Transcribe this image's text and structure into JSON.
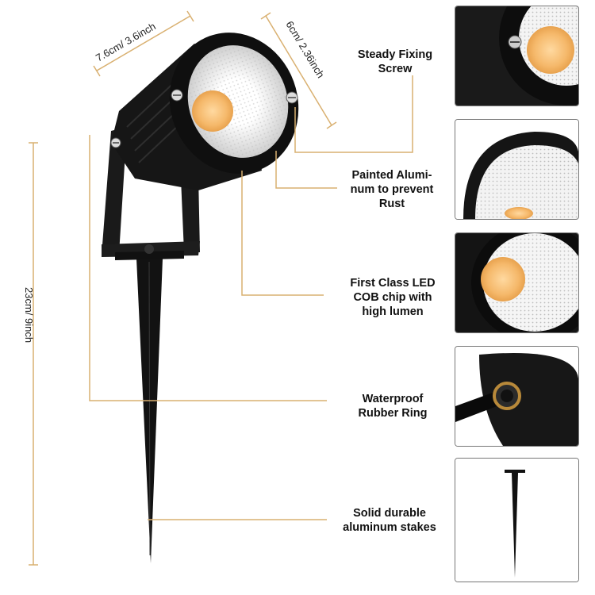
{
  "dimensions": {
    "width": "7.6cm/ 3.6inch",
    "depth": "6cm/ 2.36inch",
    "height": "23cm/ 9inch"
  },
  "callouts": [
    {
      "text": "Steady Fixing\nScrew",
      "detail_image": "fixing-screw-closeup"
    },
    {
      "text": "Painted Alumi-\nnum to prevent\nRust",
      "detail_image": "painted-housing-closeup"
    },
    {
      "text": "First Class LED\nCOB chip with\nhigh lumen",
      "detail_image": "cob-chip-closeup"
    },
    {
      "text": "Waterproof\nRubber Ring",
      "detail_image": "rubber-ring-closeup"
    },
    {
      "text": "Solid durable\naluminum stakes",
      "detail_image": "stake-closeup"
    }
  ],
  "colors": {
    "leader_line": "#d9b070",
    "led": "#f5b86a",
    "housing": "#151515"
  }
}
